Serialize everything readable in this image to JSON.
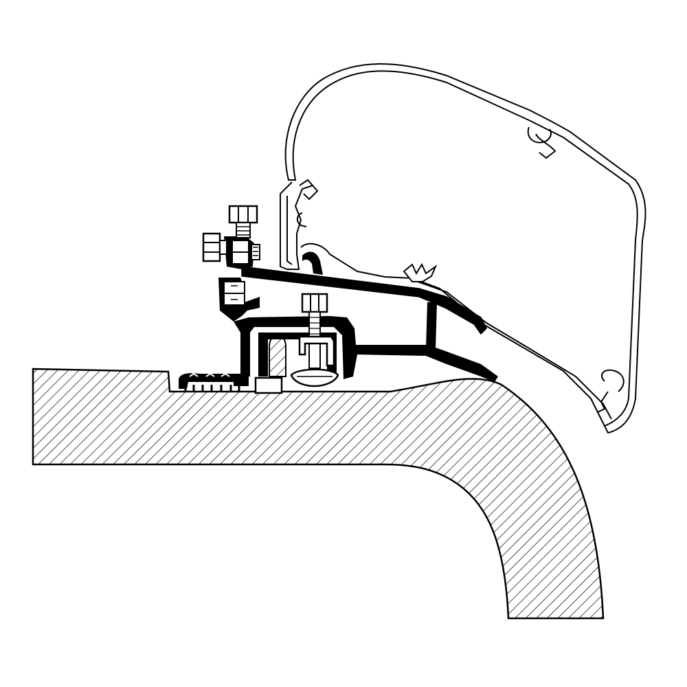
{
  "diagram": {
    "subject": "awning-adapter-rail-cross-section",
    "colors": {
      "background": "#ffffff",
      "line": "#000000",
      "adapter_fill": "#000000",
      "hatch": "#000000",
      "awning_case_fill": "#ffffff"
    },
    "parts": [
      "vehicle-roof-section",
      "adapter-rail",
      "awning-case",
      "hex-bolt-upper",
      "hex-bolt-side",
      "clamp-bolt",
      "rubber-strip"
    ]
  }
}
